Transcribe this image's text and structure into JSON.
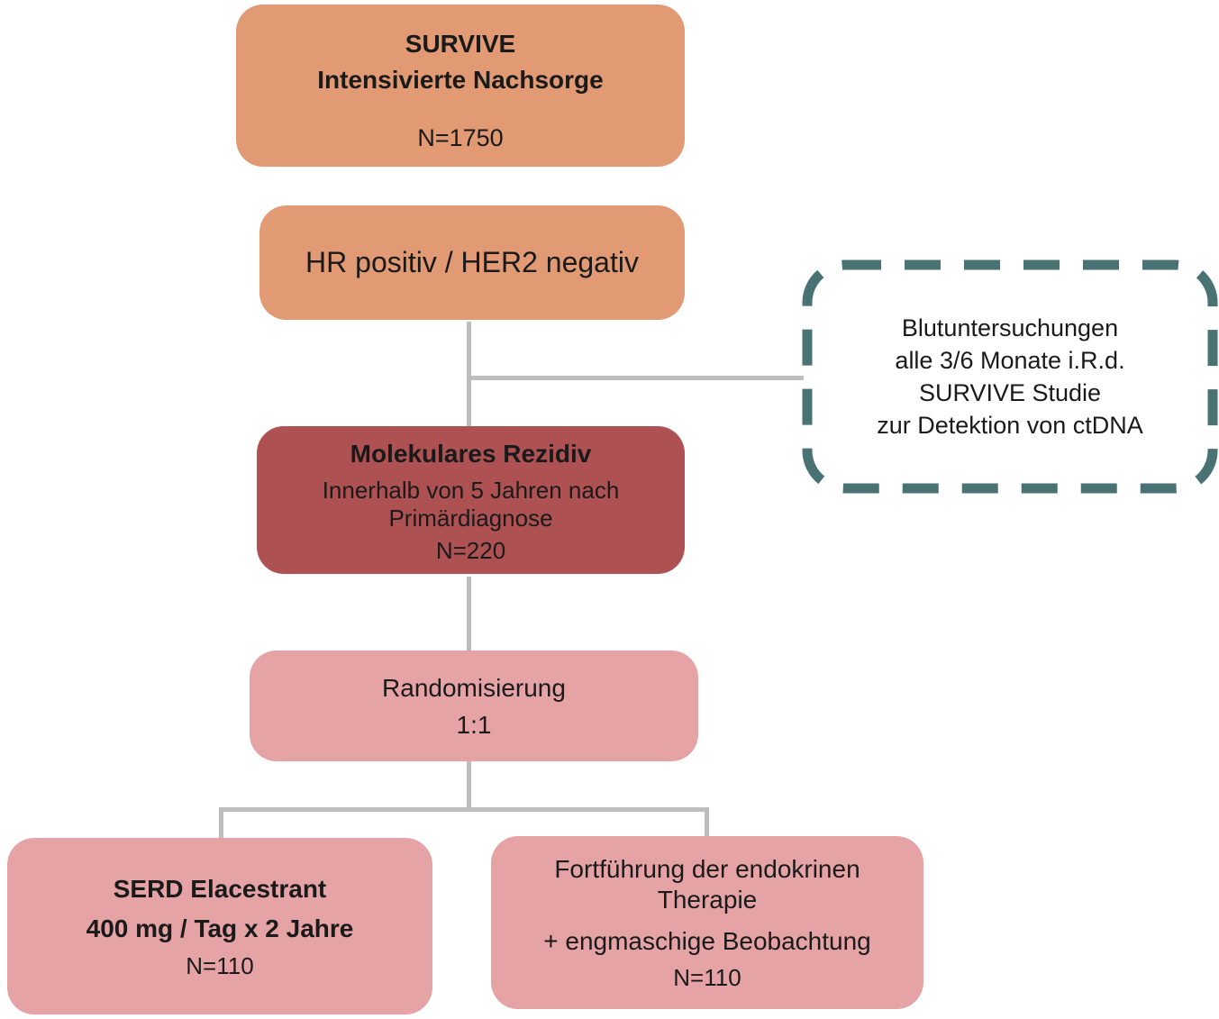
{
  "diagram": {
    "title": "SURVIVE Studie Flussdiagramm",
    "type": "flowchart",
    "colors": {
      "orange": "#E29A74",
      "darkred": "#AE5153",
      "pink": "#E6A3A5",
      "teal_dashed_border": "#497272",
      "connector_gray": "#BDBDBD",
      "text": "#1A1A1A"
    },
    "nodes": {
      "survive": {
        "title_line1": "SURVIVE",
        "title_line2": "Intensivierte Nachsorge",
        "n": "N=1750"
      },
      "hr_status": {
        "label": "HR positiv / HER2 negativ"
      },
      "blood_annotation": {
        "line1": "Blutuntersuchungen",
        "line2": "alle 3/6 Monate i.R.d.",
        "line3": "SURVIVE Studie",
        "line4": "zur Detektion von ctDNA"
      },
      "molecular_relapse": {
        "title": "Molekulares Rezidiv",
        "subtitle": "Innerhalb von 5 Jahren nach Primärdiagnose",
        "n": "N=220"
      },
      "randomization": {
        "title": "Randomisierung",
        "ratio": "1:1"
      },
      "arm_serd": {
        "title_line1": "SERD Elacestrant",
        "title_line2": "400 mg / Tag x 2 Jahre",
        "n": "N=110"
      },
      "arm_control": {
        "line1": "Fortführung der endokrinen Therapie",
        "line2": "+ engmaschige Beobachtung",
        "n": "N=110"
      }
    }
  }
}
